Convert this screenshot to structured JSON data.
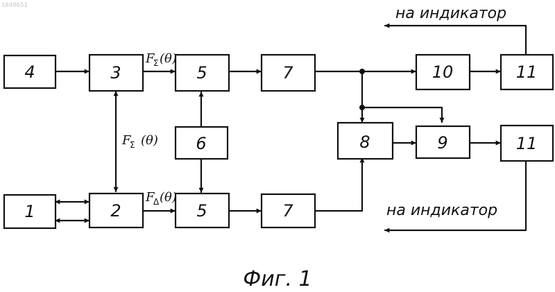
{
  "doc_number": "1840651",
  "blocks": {
    "b4": "4",
    "b3": "3",
    "b5a": "5",
    "b7a": "7",
    "b10": "10",
    "b11a": "11",
    "b1": "1",
    "b2": "2",
    "b6": "6",
    "b5b": "5",
    "b7b": "7",
    "b8": "8",
    "b9": "9",
    "b11b": "11"
  },
  "signals": {
    "f_sum_top": {
      "main": "F",
      "sub": "Σ",
      "arg": "(θ)"
    },
    "f_sum_mid": {
      "main": "F",
      "sub": "Σ",
      "arg": "(θ)"
    },
    "f_delta": {
      "main": "F",
      "sub": "Δ",
      "arg": "(θ)"
    }
  },
  "labels": {
    "indicator_top": "на индикатор",
    "indicator_bottom": "на индикатор"
  },
  "caption": "Фиг. 1"
}
